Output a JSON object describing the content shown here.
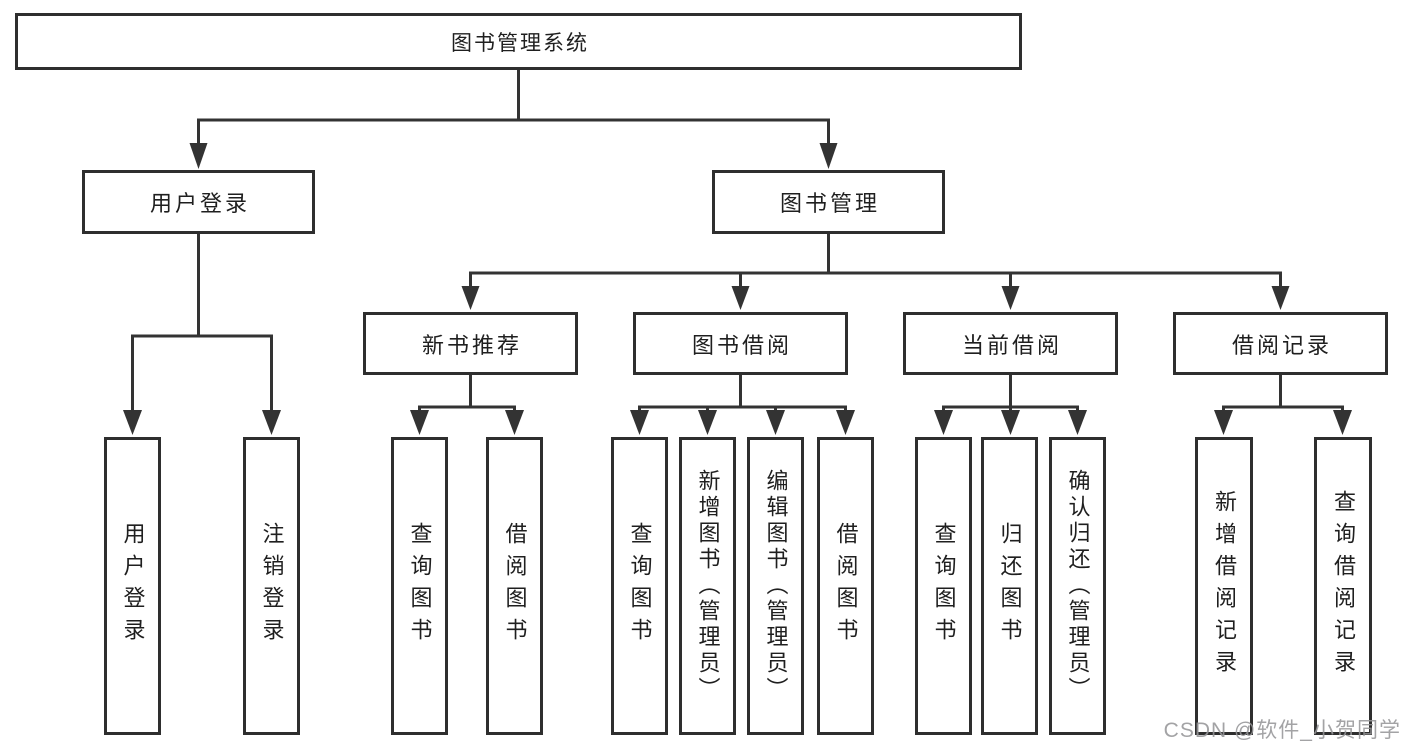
{
  "nodes": {
    "root": "图书管理系统",
    "user_login": "用户登录",
    "book_management": "图书管理",
    "new_book_recommend": "新书推荐",
    "book_borrowing": "图书借阅",
    "current_borrowing": "当前借阅",
    "borrowing_records": "借阅记录",
    "leaf_user_login": "用户登录",
    "leaf_logout": "注销登录",
    "leaf_rec_query_books": "查询图书",
    "leaf_rec_borrow_books": "借阅图书",
    "leaf_bb_query_books": "查询图书",
    "leaf_bb_add_books": "新增图书（管理员）",
    "leaf_bb_edit_books": "编辑图书（管理员）",
    "leaf_bb_borrow_books": "借阅图书",
    "leaf_cb_query_books": "查询图书",
    "leaf_cb_return_books": "归还图书",
    "leaf_cb_confirm_return": "确认归还（管理员）",
    "leaf_br_add_record": "新增借阅记录",
    "leaf_br_query_record": "查询借阅记录"
  },
  "watermark": "CSDN @软件_小贺同学",
  "colors": {
    "line": "#333333",
    "box_border": "#2e2e2e",
    "text": "#1f1f1f",
    "watermark": "#969698",
    "background": "#ffffff"
  }
}
